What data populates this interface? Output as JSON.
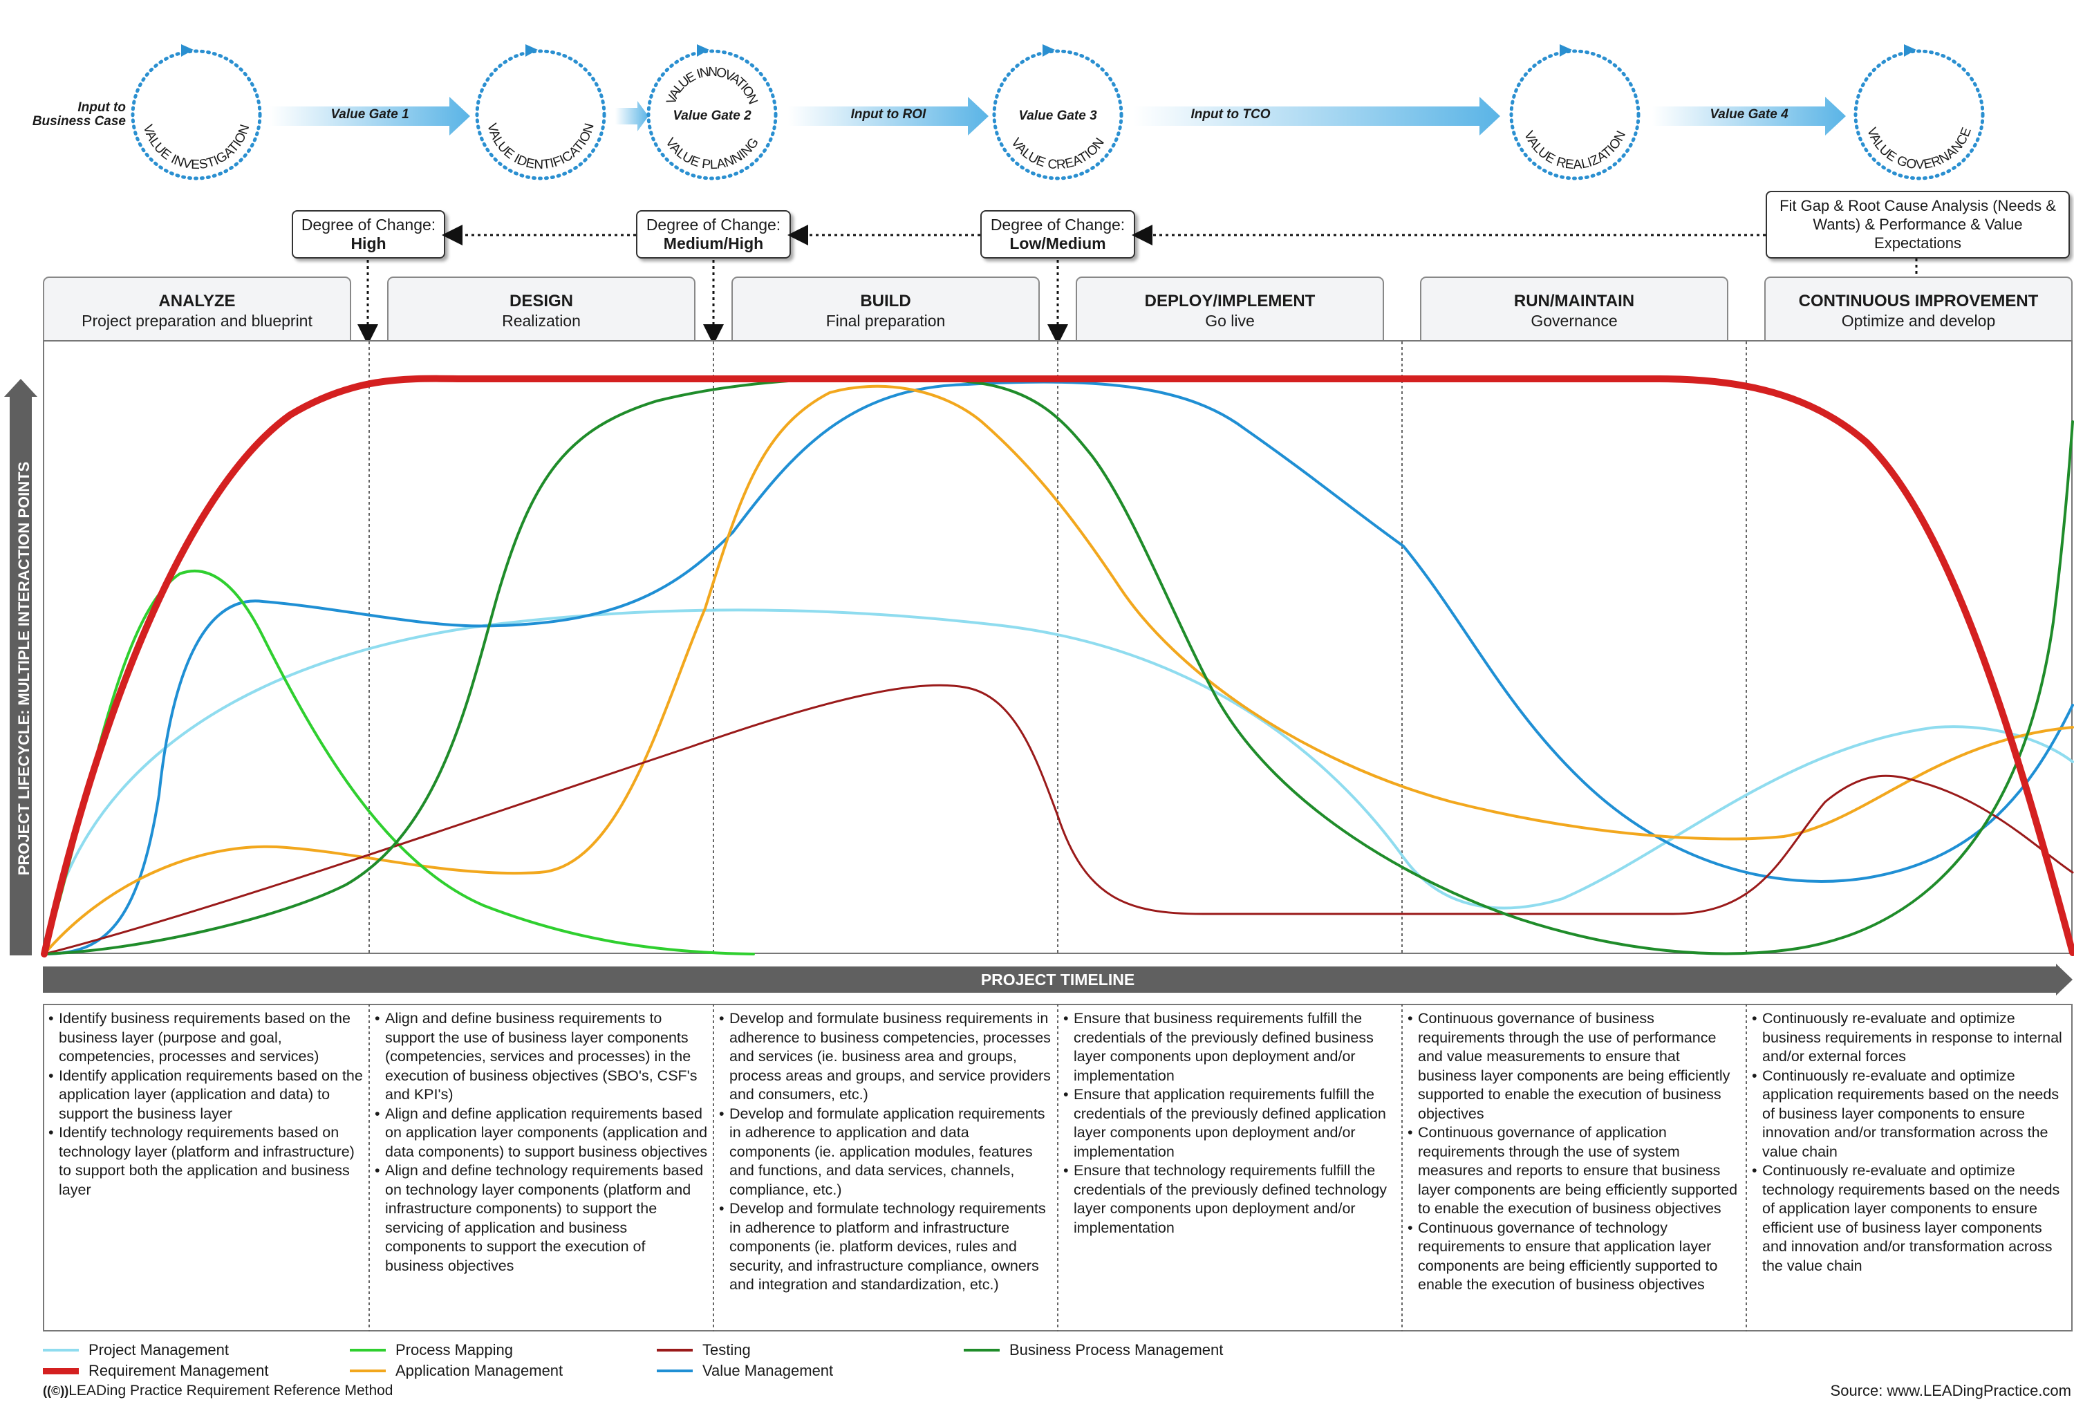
{
  "value_chain": {
    "input_business_case": "Input to\nBusiness Case",
    "circles": [
      {
        "top": "",
        "bottom": "VALUE INVESTIGATION",
        "center": ""
      },
      {
        "top": "",
        "bottom": "VALUE IDENTIFICATION",
        "center": ""
      },
      {
        "top": "VALUE INNOVATION",
        "bottom": "VALUE PLANNING",
        "center": "Value Gate 2"
      },
      {
        "top": "",
        "bottom": "VALUE CREATION",
        "center": "Value Gate 3"
      },
      {
        "top": "",
        "bottom": "VALUE REALIZATION",
        "center": ""
      },
      {
        "top": "",
        "bottom": "VALUE GOVERNANCE",
        "center": ""
      }
    ],
    "arrows": [
      "Value Gate 1",
      "Input to ROI",
      "Input to TCO",
      "Value Gate 4"
    ]
  },
  "degree_boxes": [
    {
      "label": "Degree of Change:",
      "value": "High"
    },
    {
      "label": "Degree of Change:",
      "value": "Medium/High"
    },
    {
      "label": "Degree of Change:",
      "value": "Low/Medium"
    }
  ],
  "fit_gap_box": "Fit Gap & Root Cause Analysis (Needs & Wants) & Performance & Value Expectations",
  "phases": [
    {
      "title": "ANALYZE",
      "subtitle": "Project preparation and blueprint"
    },
    {
      "title": "DESIGN",
      "subtitle": "Realization"
    },
    {
      "title": "BUILD",
      "subtitle": "Final preparation"
    },
    {
      "title": "DEPLOY/IMPLEMENT",
      "subtitle": "Go live"
    },
    {
      "title": "RUN/MAINTAIN",
      "subtitle": "Governance"
    },
    {
      "title": "CONTINUOUS IMPROVEMENT",
      "subtitle": "Optimize and develop"
    }
  ],
  "y_axis_label": "PROJECT LIFECYCLE: MULTIPLE INTERACTION POINTS",
  "timeline_label": "PROJECT TIMELINE",
  "descriptions": [
    [
      "Identify business requirements based on the business layer (purpose and goal, competencies, processes and services)",
      "Identify application requirements based on the application layer (application and data) to support the business layer",
      "Identify technology requirements based on technology layer (platform and infrastructure) to support both the application and business layer"
    ],
    [
      "Align and define business requirements to support the use of business layer components (competencies, services and processes) in the execution of business objectives (SBO's, CSF's and KPI's)",
      "Align and define application requirements based on application layer components (application and data components) to support business objectives",
      "Align and define technology requirements based on technology layer components (platform and infrastructure components) to support the servicing of application and business components to support the execution of business objectives"
    ],
    [
      "Develop and formulate business requirements in adherence to business competencies, processes and services (ie. business area and groups, process areas and groups, and service providers and consumers, etc.)",
      "Develop and formulate application requirements in adherence to application and data components (ie. application modules, features and functions, and data services, channels, compliance, etc.)",
      "Develop and formulate technology requirements in adherence to platform and infrastructure components (ie. platform devices, rules and security, and infrastructure compliance, owners and integration and standardization, etc.)"
    ],
    [
      "Ensure that business requirements fulfill the credentials of the previously defined business layer components upon deployment and/or implementation",
      "Ensure that application requirements fulfill the credentials of the previously defined application layer components upon deployment and/or implementation",
      "Ensure that technology requirements fulfill the credentials of the previously defined technology layer components upon deployment and/or implementation"
    ],
    [
      "Continuous governance of business requirements through the use of performance and value measurements to ensure that business layer components are being efficiently supported to enable the execution of business objectives",
      "Continuous governance of application requirements through the use of system measures and reports to ensure that business layer components are being efficiently supported to enable the execution of business objectives",
      "Continuous governance of technology requirements to ensure that application layer components are being efficiently supported to enable the execution of business objectives"
    ],
    [
      "Continuously re-evaluate and optimize business requirements in response to internal and/or external forces",
      "Continuously re-evaluate and optimize application requirements based on the needs of business layer components to ensure innovation and/or transformation across the value chain",
      "Continuously re-evaluate and optimize technology requirements based on the needs of application layer components to ensure efficient use of business layer components and innovation and/or transformation across the value chain"
    ]
  ],
  "legend": [
    {
      "name": "Project Management",
      "color": "#8fdcef"
    },
    {
      "name": "Process Mapping",
      "color": "#2fcf2f"
    },
    {
      "name": "Testing",
      "color": "#9a1a1a"
    },
    {
      "name": "Business Process Management",
      "color": "#1f8c2a"
    },
    {
      "name": "Requirement Management",
      "color": "#d42020"
    },
    {
      "name": "Application Management",
      "color": "#f2a71d"
    },
    {
      "name": "Value Management",
      "color": "#1f8fd4"
    }
  ],
  "footer_left": "LEADing Practice Requirement Reference Method",
  "footer_right": "Source: www.LEADingPractice.com"
}
